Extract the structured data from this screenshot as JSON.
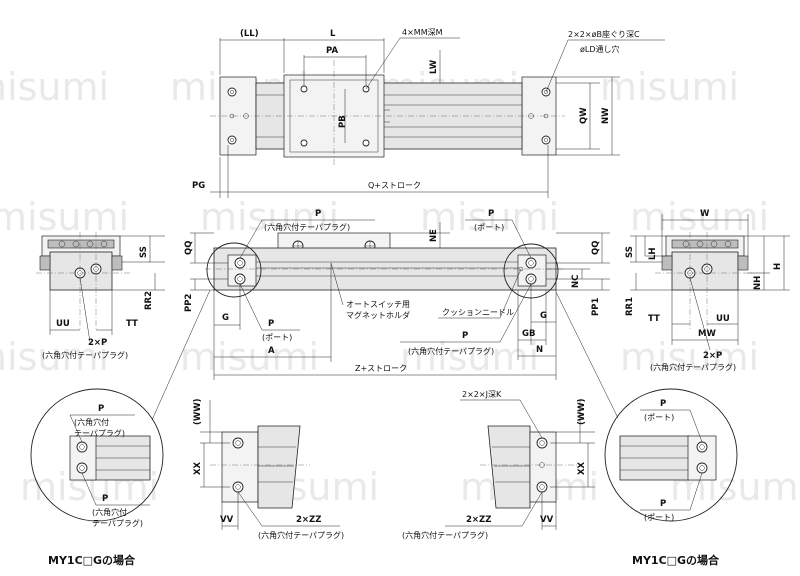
{
  "watermark": "misumi",
  "top_view": {
    "dims": {
      "ll": "(LL)",
      "l": "L",
      "pa": "PA",
      "pb": "PB",
      "lw": "LW",
      "qw": "QW",
      "nw": "NW",
      "pg": "PG",
      "stroke": "Q+ストローク"
    },
    "callout_mm": "4×MM深M",
    "callout_b": "2×2×øB座ぐり深C",
    "callout_ld": "øLD通し穴"
  },
  "side_left": {
    "dims": {
      "qq": "QQ",
      "ss": "SS",
      "rr2": "RR2",
      "uu": "UU",
      "tt": "TT"
    },
    "port": "2×P",
    "port_note": "(六角穴付テーパプラグ)"
  },
  "side_right": {
    "dims": {
      "w": "W",
      "ss": "SS",
      "lh": "LH",
      "h": "H",
      "nh": "NH",
      "rr1": "RR1",
      "tt": "TT",
      "uu": "UU",
      "mw": "MW"
    },
    "port": "2×P",
    "port_note": "(六角穴付テーパプラグ)"
  },
  "front_view": {
    "dims": {
      "qq_l": "QQ",
      "pp2": "PP2",
      "g_l": "G",
      "a": "A",
      "ne": "NE",
      "qq_r": "QQ",
      "nc": "NC",
      "pp1": "PP1",
      "g_r": "G",
      "gb": "GB",
      "n": "N",
      "stroke": "Z+ストローク"
    },
    "p_plug_label": "P",
    "p_plug_note": "(六角穴付テーパプラグ)",
    "p_port_label": "P",
    "p_port_note": "(ポート)",
    "left_port_p": "P",
    "left_port_note": "(ポート)",
    "right_plug_p": "P",
    "right_plug_note": "(六角穴付テーパプラグ)",
    "switch_holder": "オートスイッチ用\nマグネットホルダ",
    "cushion_needle": "クッションニードル"
  },
  "detail_left": {
    "p": "P",
    "plug_note1": "(六角穴付\nテーパプラグ)",
    "p2": "P",
    "plug_note2": "(六角穴付\nテーパプラグ)",
    "caption": "MY1C□Gの場合"
  },
  "detail_left_inner": {
    "ww": "(WW)",
    "xx": "XX",
    "vv": "VV",
    "zz": "2×ZZ",
    "zz_note": "(六角穴付テーパプラグ)"
  },
  "detail_right_inner": {
    "callout_j": "2×2×J深K",
    "ww": "(WW)",
    "xx": "XX",
    "vv": "VV",
    "zz": "2×ZZ",
    "zz_note": "(六角穴付テーパプラグ)"
  },
  "detail_right": {
    "p": "P",
    "port_note1": "(ポート)",
    "p2": "P",
    "port_note2": "(ポート)",
    "caption": "MY1C□Gの場合"
  }
}
